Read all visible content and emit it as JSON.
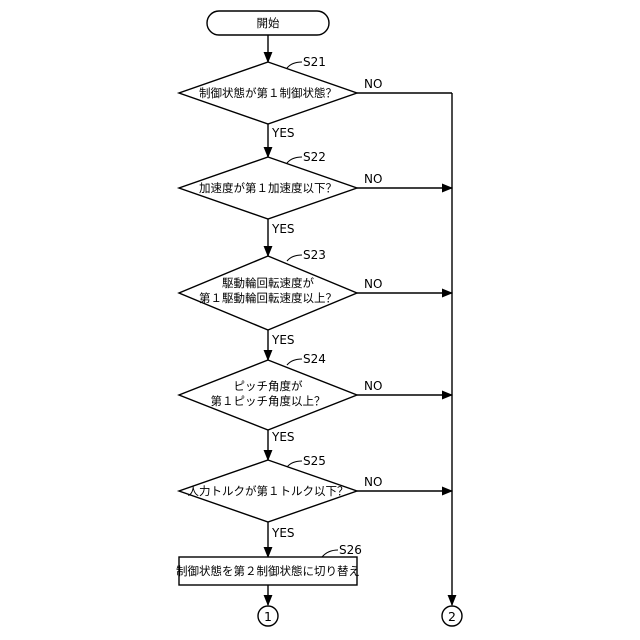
{
  "start": {
    "label": "開始"
  },
  "steps": [
    {
      "id": "S21",
      "lines": [
        "制御状態が第１制御状態？"
      ],
      "yes": "YES",
      "no": "NO"
    },
    {
      "id": "S22",
      "lines": [
        "加速度が第１加速度以下？"
      ],
      "yes": "YES",
      "no": "NO"
    },
    {
      "id": "S23",
      "lines": [
        "駆動輪回転速度が",
        "第１駆動輪回転速度以上？"
      ],
      "yes": "YES",
      "no": "NO"
    },
    {
      "id": "S24",
      "lines": [
        "ピッチ角度が",
        "第１ピッチ角度以上？"
      ],
      "yes": "YES",
      "no": "NO"
    },
    {
      "id": "S25",
      "lines": [
        "人力トルクが第１トルク以下？"
      ],
      "yes": "YES",
      "no": "NO"
    }
  ],
  "process": {
    "id": "S26",
    "label": "制御状態を第２制御状態に切り替え"
  },
  "connectors": {
    "one": "1",
    "two": "2"
  }
}
